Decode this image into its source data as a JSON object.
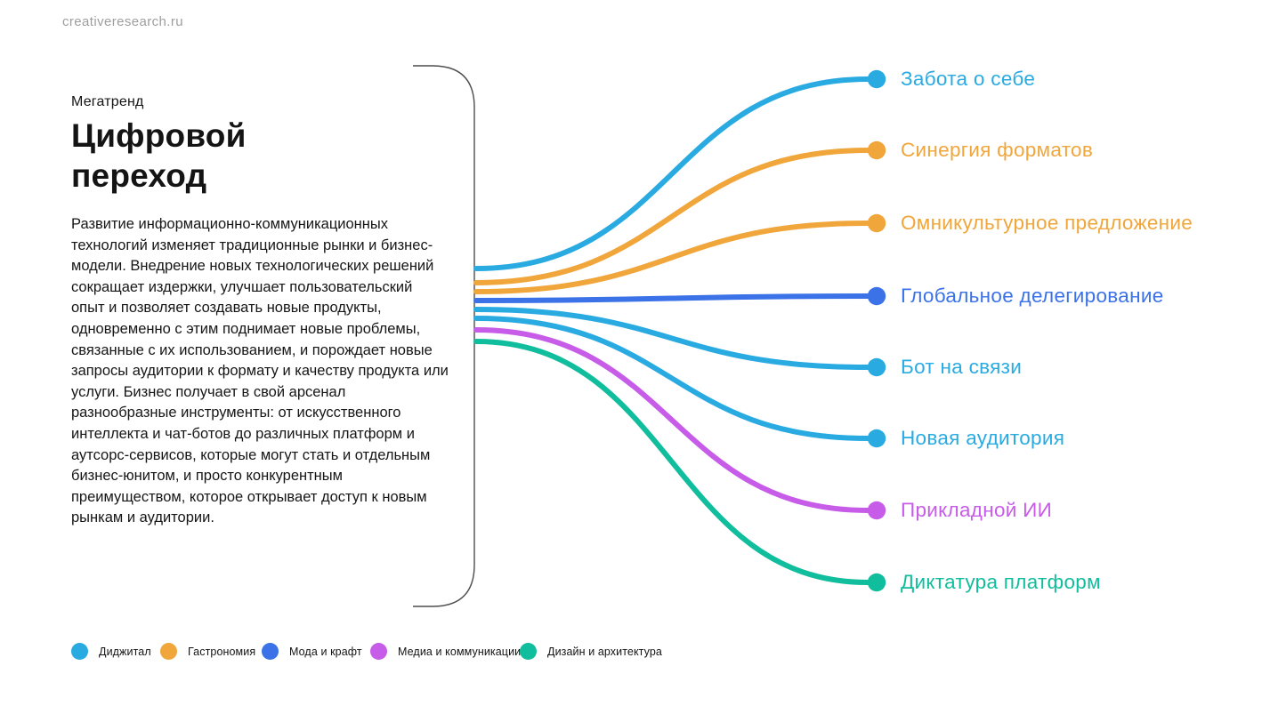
{
  "site": {
    "name": "creativeresearch.ru"
  },
  "megatrend": {
    "eyebrow": "Мегатренд",
    "title": "Цифровой переход",
    "description": "Развитие информационно-коммуникационных технологий изменяет традиционные рынки и бизнес-модели. Внедрение новых технологических решений сокращает издержки, улучшает пользовательский опыт и позволяет создавать новые продукты, одновременно с этим поднимает новые проблемы, связанные с их использованием, и порождает новые запросы аудитории к формату и качеству продукта или услуги. Бизнес получает в свой арсенал разнообразные инструменты: от искусственного интеллекта и чат-ботов до различных платформ и аутсорс-сервисов, которые могут стать и отдельным бизнес-юнитом, и просто конкурентным преимуществом, которое открывает доступ к новым рынкам и аудитории."
  },
  "palette": {
    "digital": "#29ABE2",
    "gastronomy": "#F0A63B",
    "fashion_craft": "#3B72E8",
    "media_comms": "#C75CE8",
    "design_arch": "#10BD9C"
  },
  "trends": [
    {
      "label": "Забота о себе",
      "category": "Диджитал",
      "color": "#29ABE2"
    },
    {
      "label": "Синергия форматов",
      "category": "Гастрономия",
      "color": "#F0A63B"
    },
    {
      "label": "Омникультурное предложение",
      "category": "Гастрономия",
      "color": "#F0A63B"
    },
    {
      "label": "Глобальное делегирование",
      "category": "Мода и крафт",
      "color": "#3B72E8"
    },
    {
      "label": "Бот на связи",
      "category": "Диджитал",
      "color": "#29ABE2"
    },
    {
      "label": "Новая аудитория",
      "category": "Диджитал",
      "color": "#29ABE2"
    },
    {
      "label": "Прикладной ИИ",
      "category": "Медиа и коммуникации",
      "color": "#C75CE8"
    },
    {
      "label": "Диктатура платформ",
      "category": "Дизайн и архитектура",
      "color": "#10BD9C"
    }
  ],
  "legend": [
    {
      "label": "Диджитал",
      "color": "#29ABE2"
    },
    {
      "label": "Гастрономия",
      "color": "#F0A63B"
    },
    {
      "label": "Мода и крафт",
      "color": "#3B72E8"
    },
    {
      "label": "Медиа и коммуникации",
      "color": "#C75CE8"
    },
    {
      "label": "Дизайн и архитектура",
      "color": "#10BD9C"
    }
  ]
}
